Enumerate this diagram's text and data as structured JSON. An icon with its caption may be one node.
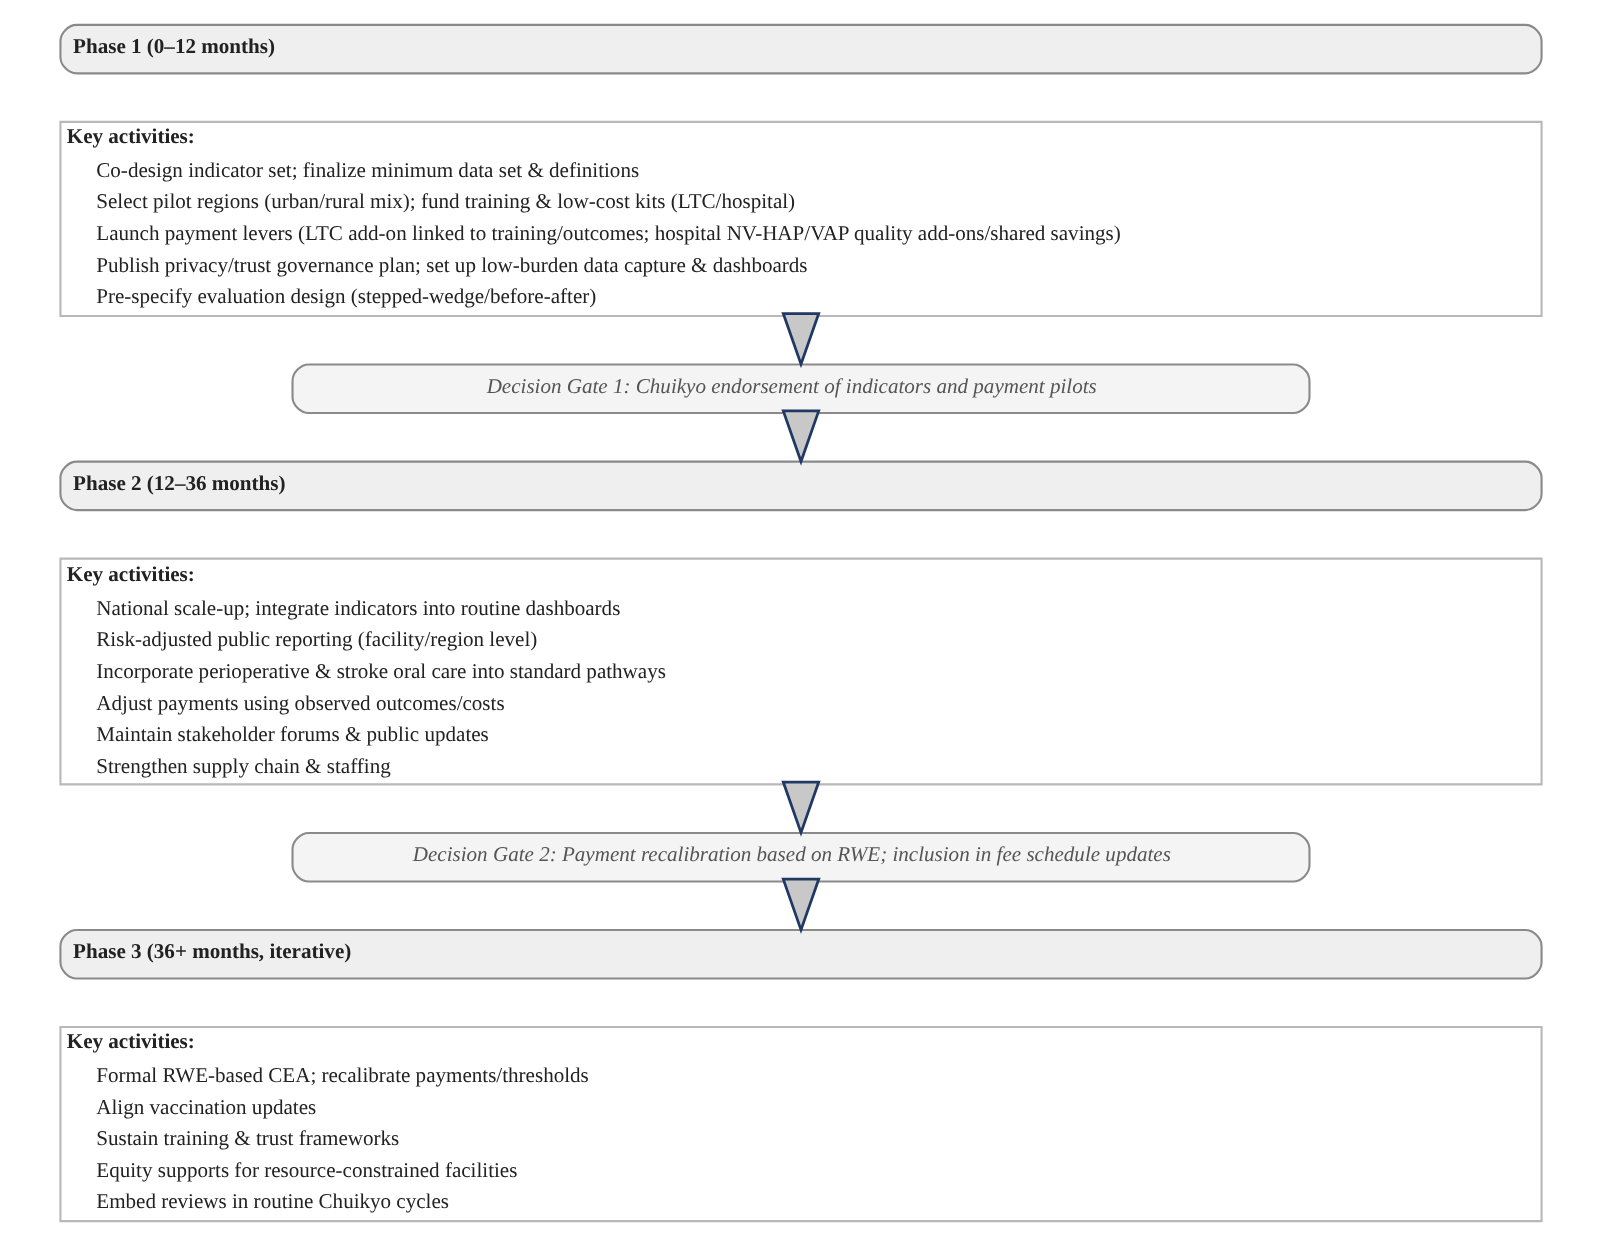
{
  "diagram": {
    "nodes": [
      {
        "text": [
          "Phase 1 (0–12 months)"
        ]
      },
      {
        "text": [
          "Key activities:",
          "Co-design indicator set; finalize minimum data set & definitions",
          "Select pilot regions (urban/rural mix); fund training & low-cost kits (LTC/hospital)",
          "Launch payment levers (LTC add-on linked to training/outcomes; hospital NV-HAP/VAP quality add-ons/shared savings)",
          "Publish privacy/trust governance plan; set up low-burden data capture & dashboards",
          "Pre-specify evaluation design (stepped-wedge/before-after)"
        ]
      },
      {
        "text": [
          "Decision Gate 1: Chuikyo endorsement of indicators and payment pilots"
        ]
      },
      {
        "text": [
          "Phase 2 (12–36 months)"
        ]
      },
      {
        "text": [
          "Key activities:",
          "National scale-up; integrate indicators into routine dashboards",
          "Risk-adjusted public reporting (facility/region level)",
          "Incorporate perioperative & stroke oral care into standard pathways",
          "Adjust payments using observed outcomes/costs",
          "Maintain stakeholder forums & public updates",
          "Strengthen supply chain & staffing"
        ]
      },
      {
        "text": [
          "Decision Gate 2: Payment recalibration based on RWE; inclusion in fee schedule updates"
        ]
      },
      {
        "text": [
          "Phase 3 (36+ months, iterative)"
        ]
      },
      {
        "text": [
          "Key activities:",
          "Formal RWE-based CEA; recalibrate payments/thresholds",
          "Align vaccination updates",
          "Sustain training & trust frameworks",
          "Equity supports for resource-constrained facilities",
          "Embed reviews in routine Chuikyo cycles"
        ]
      }
    ],
    "edges": [
      {
        "from": 1,
        "to": 2,
        "arrow": "to"
      },
      {
        "from": 2,
        "to": 3,
        "arrow": "to"
      },
      {
        "from": 4,
        "to": 5,
        "arrow": "to"
      },
      {
        "from": 5,
        "to": 6,
        "arrow": "to"
      }
    ]
  }
}
